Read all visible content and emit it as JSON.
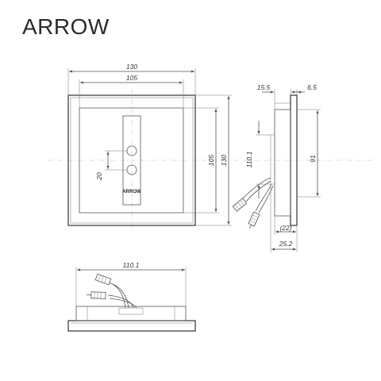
{
  "brand": "ARROW",
  "front_view": {
    "dim_width_outer": "130",
    "dim_width_inner": "105",
    "dim_height_inner": "105",
    "dim_height_outer": "130",
    "dim_hole_spacing": "20",
    "label_strip_text": "ARROW"
  },
  "side_view": {
    "dim_depth_top": "15.5",
    "dim_bezel": "6.5",
    "dim_cable_height": "110.1",
    "dim_body_height": "91",
    "dim_lower_depth": "(22)",
    "dim_total_depth": "25.2"
  },
  "bottom_view": {
    "dim_cable_width": "110.1"
  },
  "colors": {
    "line": "#555555",
    "text": "#333333",
    "centerline": "#bbbbbb"
  }
}
